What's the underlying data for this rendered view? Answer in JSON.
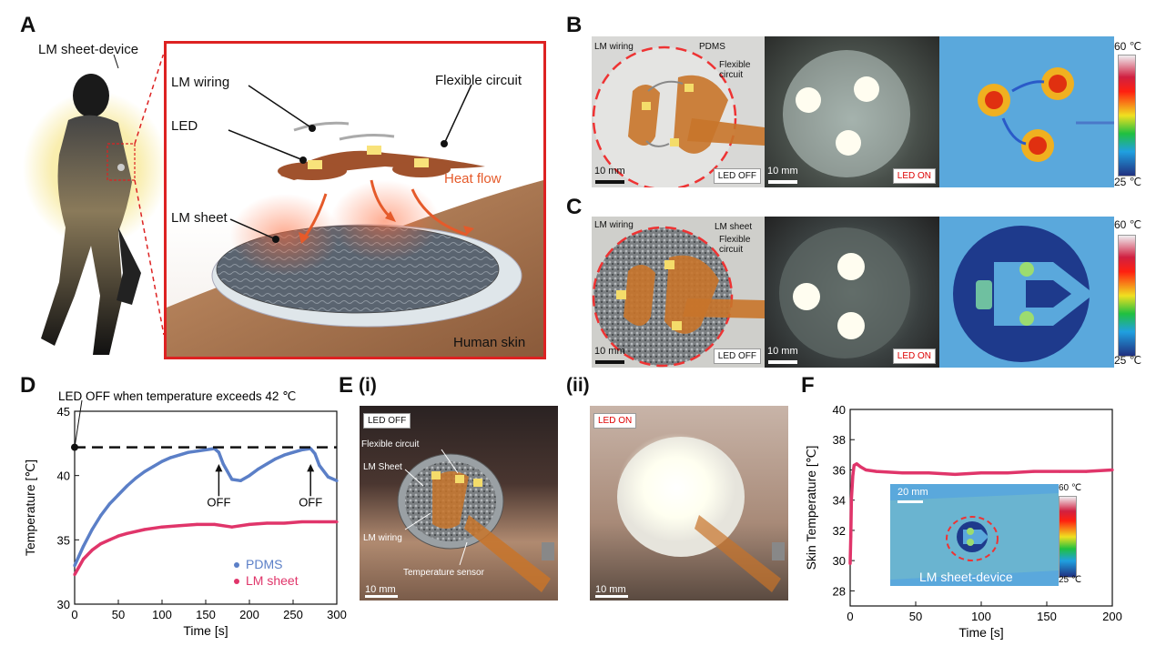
{
  "panels": {
    "A": {
      "label": "A",
      "callout": "LM sheet-device",
      "labels": {
        "lm_wiring": "LM wiring",
        "led": "LED",
        "flexible_circuit": "Flexible circuit",
        "heat_flow": "Heat flow",
        "lm_sheet": "LM sheet",
        "human_skin": "Human skin"
      }
    },
    "B": {
      "label": "B",
      "annotations": {
        "lm_wiring": "LM wiring",
        "pdms": "PDMS",
        "flexible_circuit": "Flexible\ncircuit"
      },
      "scale_left": "10 mm",
      "scale_mid": "10 mm",
      "tag_off": "LED OFF",
      "tag_on": "LED ON",
      "colorbar_max": "60 ℃",
      "colorbar_min": "25 ℃"
    },
    "C": {
      "label": "C",
      "annotations": {
        "lm_wiring": "LM wiring",
        "lm_sheet": "LM sheet",
        "flexible_circuit": "Flexible\ncircuit"
      },
      "scale_left": "10 mm",
      "scale_mid": "10 mm",
      "tag_off": "LED OFF",
      "tag_on": "LED ON",
      "colorbar_max": "60 ℃",
      "colorbar_min": "25 ℃"
    },
    "D": {
      "label": "D",
      "annotation": "LED OFF when temperature exceeds 42 ℃",
      "off_markers": [
        "OFF",
        "OFF"
      ]
    },
    "E": {
      "label": "E",
      "sub_i": "(i)",
      "sub_ii": "(ii)",
      "tag_off": "LED OFF",
      "tag_on": "LED ON",
      "annotations": {
        "flexible_circuit": "Flexible circuit",
        "lm_sheet": "LM Sheet",
        "lm_wiring": "LM wiring",
        "temperature_sensor": "Temperature sensor"
      },
      "scale_i": "10 mm",
      "scale_ii": "10 mm"
    },
    "F": {
      "label": "F",
      "inset": {
        "scale": "20 mm",
        "caption": "LM sheet-device",
        "colorbar_max": "60 ℃",
        "colorbar_min": "25 ℃"
      }
    }
  },
  "chart_data": [
    {
      "id": "D",
      "type": "line",
      "xlabel": "Time [s]",
      "ylabel": "Temperature [℃]",
      "xlim": [
        0,
        300
      ],
      "ylim": [
        30,
        45
      ],
      "xticks": [
        0,
        50,
        100,
        150,
        200,
        250,
        300
      ],
      "yticks": [
        30,
        35,
        40,
        45
      ],
      "threshold": 42.2,
      "series": [
        {
          "name": "PDMS",
          "color": "#5b7fc7",
          "x": [
            0,
            10,
            20,
            30,
            40,
            50,
            60,
            70,
            80,
            90,
            100,
            110,
            120,
            130,
            140,
            150,
            160,
            165,
            170,
            180,
            190,
            200,
            210,
            220,
            230,
            240,
            250,
            260,
            270,
            275,
            280,
            290,
            300
          ],
          "y": [
            33.0,
            34.5,
            35.8,
            36.9,
            37.8,
            38.5,
            39.2,
            39.8,
            40.3,
            40.7,
            41.1,
            41.4,
            41.6,
            41.8,
            41.9,
            42.0,
            42.1,
            41.8,
            40.9,
            39.7,
            39.6,
            40.0,
            40.5,
            40.9,
            41.3,
            41.6,
            41.8,
            42.0,
            42.1,
            41.7,
            40.8,
            39.9,
            39.6
          ]
        },
        {
          "name": "LM sheet",
          "color": "#e0356a",
          "x": [
            0,
            10,
            20,
            30,
            40,
            50,
            60,
            80,
            100,
            120,
            140,
            160,
            180,
            200,
            220,
            240,
            260,
            280,
            300
          ],
          "y": [
            32.3,
            33.5,
            34.2,
            34.7,
            35.0,
            35.3,
            35.5,
            35.8,
            36.0,
            36.1,
            36.2,
            36.2,
            36.0,
            36.2,
            36.3,
            36.3,
            36.4,
            36.4,
            36.4
          ]
        }
      ]
    },
    {
      "id": "F",
      "type": "line",
      "xlabel": "Time [s]",
      "ylabel": "Skin Temperature [℃]",
      "xlim": [
        0,
        200
      ],
      "ylim": [
        27,
        40
      ],
      "xticks": [
        0,
        50,
        100,
        150,
        200
      ],
      "yticks": [
        28,
        30,
        32,
        34,
        36,
        38,
        40
      ],
      "series": [
        {
          "name": "",
          "color": "#e0356a",
          "x": [
            0,
            0.5,
            1,
            2,
            3,
            5,
            8,
            12,
            20,
            40,
            60,
            80,
            100,
            120,
            140,
            160,
            180,
            200
          ],
          "y": [
            29.8,
            31.6,
            34.1,
            35.6,
            36.3,
            36.4,
            36.2,
            36.0,
            35.9,
            35.8,
            35.8,
            35.7,
            35.8,
            35.8,
            35.9,
            35.9,
            35.9,
            36.0
          ]
        }
      ]
    }
  ]
}
